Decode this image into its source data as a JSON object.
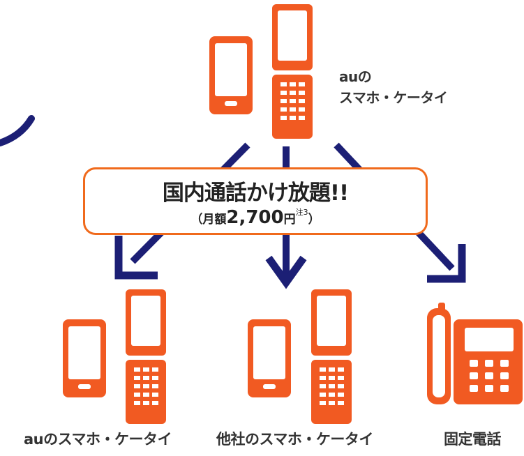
{
  "top_device": {
    "label_line1": "auの",
    "label_line2": "スマホ・ケータイ"
  },
  "banner": {
    "title": "国内通話かけ放題!!",
    "price_open": "（月額",
    "price_amount": "2,700",
    "price_unit": "円",
    "note_ref": "注3",
    "price_close": "）"
  },
  "targets": [
    {
      "label": "auのスマホ・ケータイ",
      "icons": [
        "smartphone-icon",
        "flip-phone-icon"
      ]
    },
    {
      "label": "他社のスマホ・ケータイ",
      "icons": [
        "smartphone-icon",
        "flip-phone-icon"
      ]
    },
    {
      "label": "固定電話",
      "icons": [
        "landline-phone-icon"
      ]
    }
  ],
  "colors": {
    "device_orange": "#f15a22",
    "arrow_navy": "#1c1f75",
    "banner_border": "#f06a1c",
    "text": "#333333"
  }
}
